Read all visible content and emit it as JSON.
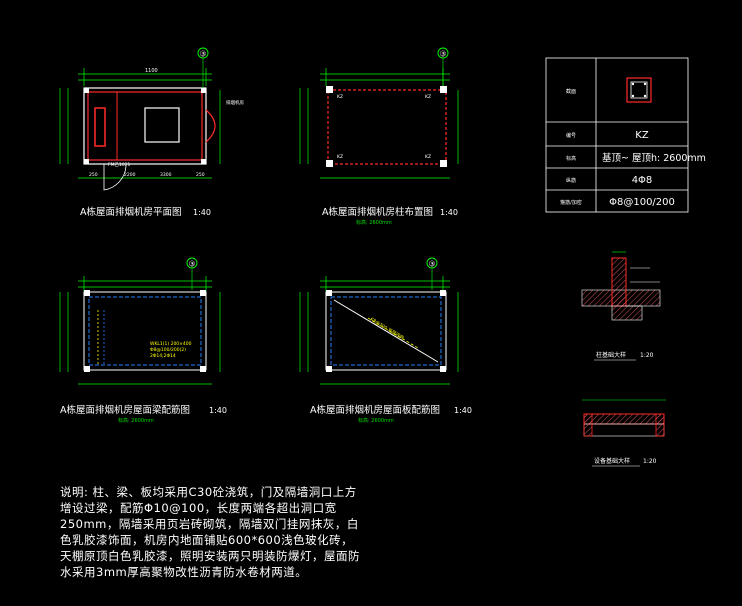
{
  "drawings": {
    "plan_top_left": {
      "title": "A栋屋面排烟机房平面图",
      "scale": "1:40",
      "grid": "③",
      "dims_top": "1100",
      "dims_bottom": [
        "250",
        "2200",
        "3300",
        "250"
      ],
      "label_door": "FM乙1021",
      "label_note_right": "排烟机房"
    },
    "column_layout": {
      "title": "A栋屋面排烟机房柱布置图",
      "scale": "1:40",
      "grid": "③",
      "sublabel": "标高: 2600mm",
      "column_tag": "KZ"
    },
    "roof_beam": {
      "title": "A栋屋面排烟机房屋面梁配筋图",
      "scale": "1:40",
      "grid": "③",
      "sublabel": "标高: 2600mm",
      "beam_label_1": "WKL1(1) 200×400",
      "beam_label_2": "Φ8@100/200(2)",
      "beam_label_3": "2Φ14;2Φ14"
    },
    "roof_slab": {
      "title": "A栋屋面排烟机房屋面板配筋图",
      "scale": "1:40",
      "grid": "③",
      "sublabel": "标高: 2600mm",
      "slab_label": "K8@200 双层双向"
    },
    "column_base": {
      "title": "柱基础大样",
      "scale": "1:20"
    },
    "equip_base": {
      "title": "设备基础大样",
      "scale": "1:20"
    }
  },
  "column_table": {
    "rows": [
      {
        "label": "截面",
        "value": ""
      },
      {
        "label": "编号",
        "value": "KZ"
      },
      {
        "label": "标高",
        "value": "基顶~ 屋顶h: 2600mm"
      },
      {
        "label": "纵筋",
        "value": "4Φ8"
      },
      {
        "label": "箍筋/加密",
        "value": "Φ8@100/200"
      }
    ]
  },
  "notes": "说明: 柱、梁、板均采用C30砼浇筑，门及隔墙洞口上方增设过梁，配筋Φ10@100，长度两端各超出洞口宽250mm，隔墙采用页岩砖砌筑，隔墙双门挂网抹灰，白色乳胶漆饰面，机房内地面铺贴600*600浅色玻化砖，天棚原顶白色乳胶漆，照明安装两只明装防爆灯，屋面防水采用3mm厚高聚物改性沥青防水卷材两道。",
  "colors": {
    "background": "#000000",
    "outline": "#ffffff",
    "wall": "#ff2a2a",
    "column": "#ffffff",
    "dim": "#00ff00",
    "beam": "#2a7fff",
    "hatch": "#ff9999",
    "label": "#ffffff",
    "green_text": "#00dd00",
    "yellow": "#ffff00"
  }
}
